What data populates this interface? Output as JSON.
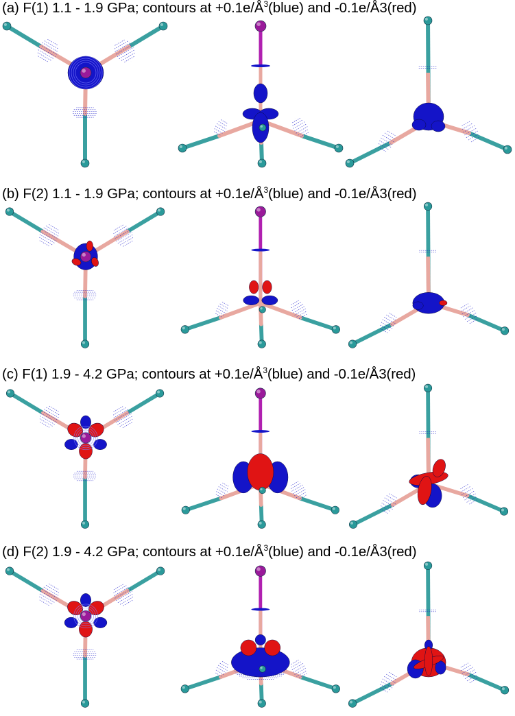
{
  "panels": [
    {
      "id": "a",
      "letter": "(a)",
      "site": "F(1)",
      "pressure": "1.1 - 1.9 GPa",
      "mid": "; contours at +0.1e/Å",
      "sup": "3",
      "tail": "(blue) and -0.1e/Å3(red)",
      "lobe": "blue"
    },
    {
      "id": "b",
      "letter": "(b)",
      "site": "F(2)",
      "pressure": "1.1 - 1.9 GPa",
      "mid": "; contours at +0.1e/Å",
      "sup": "3",
      "tail": "(blue) and -0.1e/Å3(red)",
      "lobe": "mixed-small"
    },
    {
      "id": "c",
      "letter": "(c)",
      "site": "F(1)",
      "pressure": "1.9 - 4.2 GPa",
      "mid": "; contours at +0.1e/Å",
      "sup": "3",
      "tail": "(blue) and -0.1e/Å3(red)",
      "lobe": "mixed-large"
    },
    {
      "id": "d",
      "letter": "(d)",
      "site": "F(2)",
      "pressure": "1.9 - 4.2 GPa",
      "mid": "; contours at +0.1e/Å",
      "sup": "3",
      "tail": "(blue) and -0.1e/Å3(red)",
      "lobe": "mixed-large"
    }
  ],
  "colors": {
    "positive_contour": "#1414c8",
    "negative_contour": "#e01414",
    "bond_outer": "#3aa0a0",
    "bond_inner": "#e8a8a0",
    "apex_bond": "#b020b0",
    "terminal_atom": "#2a9a9a",
    "apex_atom": "#9a1a9a"
  }
}
